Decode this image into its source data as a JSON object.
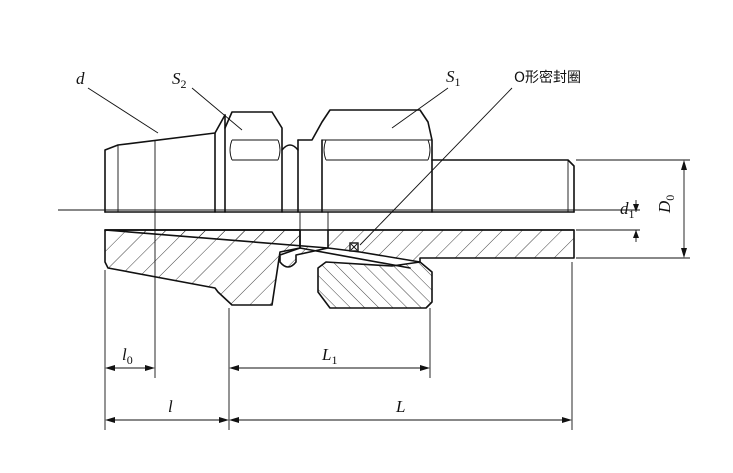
{
  "labels": {
    "d": "d",
    "S2_main": "S",
    "S2_sub": "2",
    "S1_main": "S",
    "S1_sub": "1",
    "oring": "O形密封圈",
    "d1_main": "d",
    "d1_sub": "1",
    "D0_main": "D",
    "D0_sub": "0",
    "l0_main": "l",
    "l0_sub": "0",
    "L1_main": "L",
    "L1_sub": "1",
    "l": "l",
    "L": "L"
  }
}
